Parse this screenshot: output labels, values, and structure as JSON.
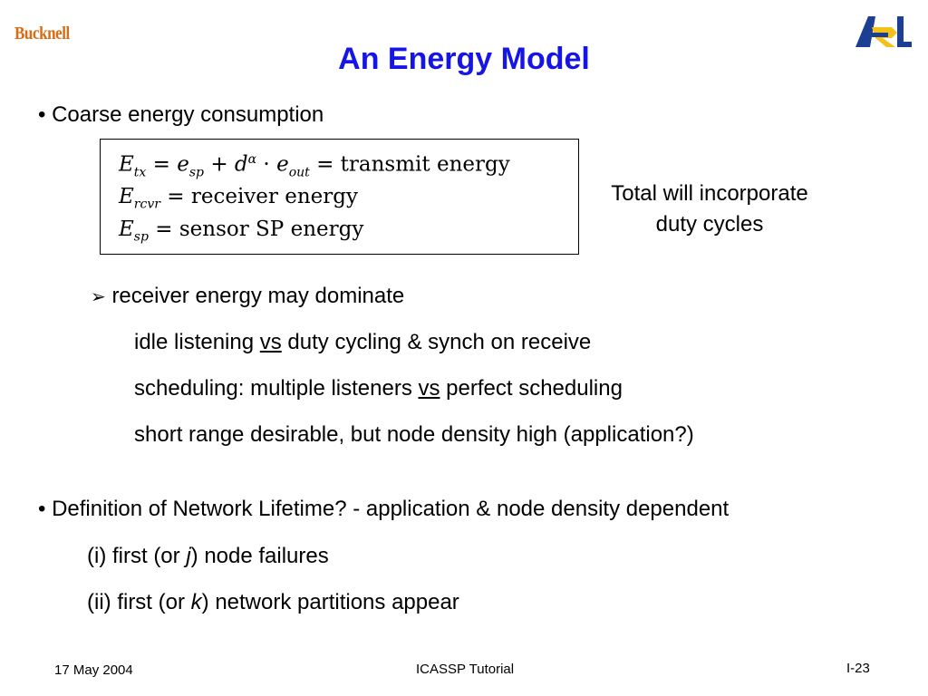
{
  "header": {
    "logo_left": "Bucknell",
    "logo_right": "ARL",
    "title": "An Energy Model"
  },
  "bullets": {
    "b1": "• Coarse energy consumption",
    "sub_arrow": "receiver energy may dominate",
    "line1_pre": "idle listening ",
    "line1_ul": "vs",
    "line1_post": " duty cycling & synch on receive",
    "line2_pre": "scheduling: multiple listeners ",
    "line2_ul": "vs",
    "line2_post": " perfect scheduling",
    "line3": "short range desirable, but node density high (application?)",
    "b2": "• Definition of Network Lifetime? - application & node density dependent",
    "b2_i_pre": "(i) first (or ",
    "b2_i_var": "j",
    "b2_i_post": ") node failures",
    "b2_ii_pre": "(ii) first (or ",
    "b2_ii_var": "k",
    "b2_ii_post": ") network partitions appear"
  },
  "equations": {
    "e1_sub": "tx",
    "e1_rhs_a": "sp",
    "e1_rhs_exp": "α",
    "e1_rhs_b": "out",
    "e1_label": "transmit energy",
    "e2_sub": "rcvr",
    "e2_label": "receiver energy",
    "e3_sub": "sp",
    "e3_label": "sensor SP energy"
  },
  "note": {
    "line1": "Total will incorporate",
    "line2": "duty cycles"
  },
  "footer": {
    "date": "17 May 2004",
    "center": "ICASSP Tutorial",
    "page": "I-23"
  },
  "colors": {
    "title": "#1515e6",
    "bucknell": "#d96b12",
    "arl_blue": "#1c3f94",
    "arl_gold": "#f2c21b"
  }
}
